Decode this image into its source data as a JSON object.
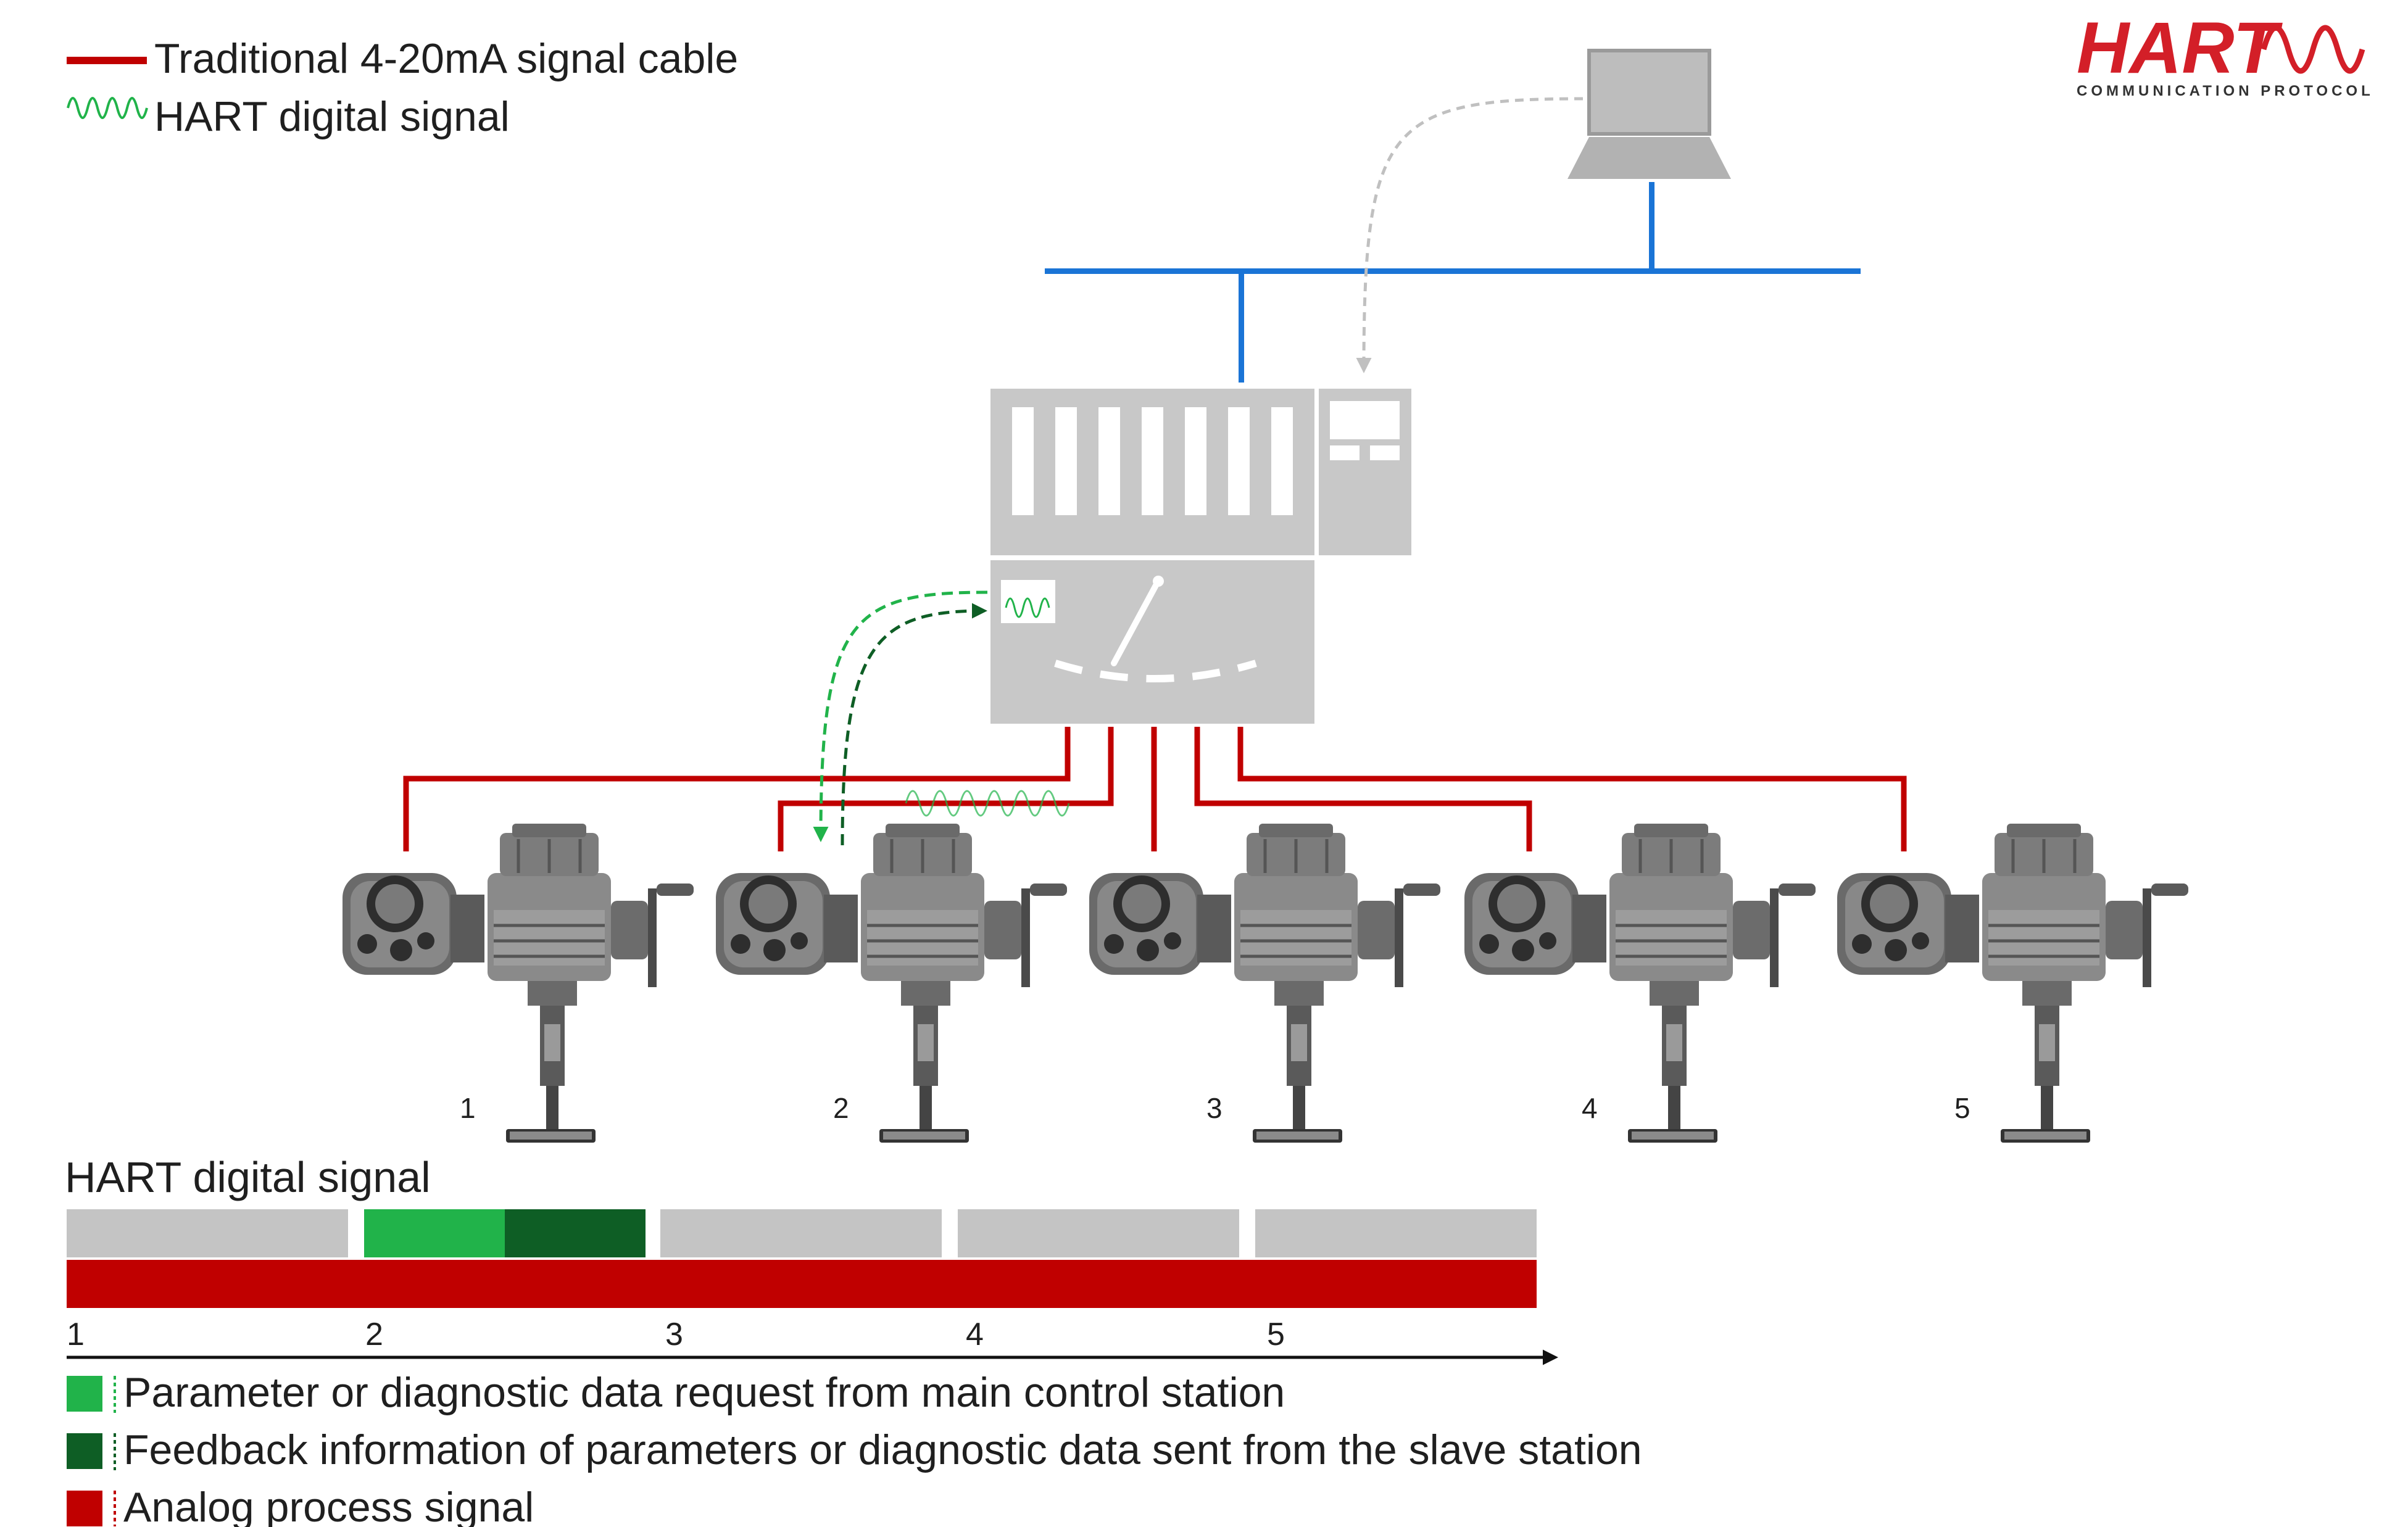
{
  "legend_top": {
    "cable_label": "Traditional 4-20mA signal cable",
    "hart_label": "HART digital signal"
  },
  "logo": {
    "word": "HART",
    "subtitle": "COMMUNICATION PROTOCOL"
  },
  "devices": [
    {
      "number": "1"
    },
    {
      "number": "2"
    },
    {
      "number": "3"
    },
    {
      "number": "4"
    },
    {
      "number": "5"
    }
  ],
  "timeline": {
    "title": "HART digital signal",
    "tick_labels": [
      "1",
      "2",
      "3",
      "4",
      "5"
    ]
  },
  "legend_bottom": {
    "request_label": "Parameter or diagnostic data request from main control station",
    "feedback_label": "Feedback information of parameters or diagnostic data sent from the slave station",
    "analog_label": "Analog process signal"
  },
  "colors": {
    "analog_red": "#c00000",
    "request_green": "#21b34a",
    "feedback_green": "#0e5e25",
    "network_blue": "#1a74d6",
    "hardware_gray": "#c8c8c8",
    "timeline_gray": "#c4c4c4"
  },
  "icons": [
    "laptop-icon",
    "controller-rack-icon",
    "actuator-icon",
    "hart-wave-icon"
  ]
}
